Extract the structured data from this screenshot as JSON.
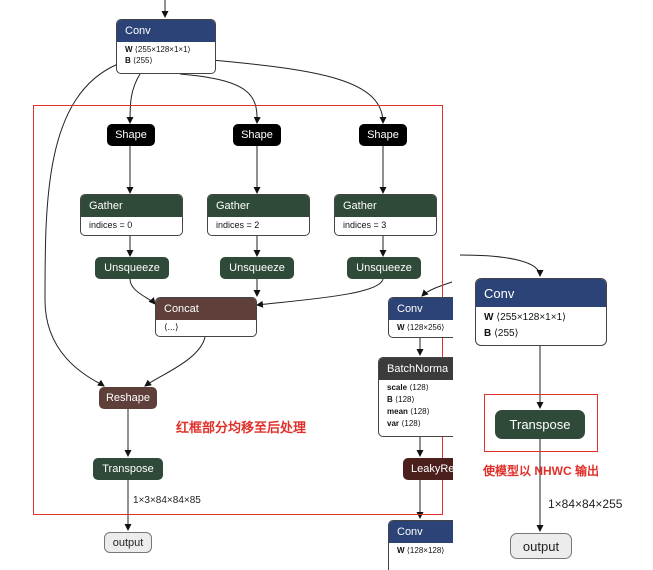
{
  "left_graph": {
    "conv_top": {
      "title": "Conv",
      "w_label": "W",
      "w_value": "⟨255×128×1×1⟩",
      "b_label": "B",
      "b_value": "⟨255⟩"
    },
    "shapes": [
      "Shape",
      "Shape",
      "Shape"
    ],
    "gathers": [
      {
        "title": "Gather",
        "param": "indices = 0"
      },
      {
        "title": "Gather",
        "param": "indices = 2"
      },
      {
        "title": "Gather",
        "param": "indices = 3"
      }
    ],
    "unsqueezes": [
      "Unsqueeze",
      "Unsqueeze",
      "Unsqueeze"
    ],
    "concat": {
      "title": "Concat",
      "param": "⟨...⟩"
    },
    "reshape": "Reshape",
    "transpose": "Transpose",
    "output_dim": "1×3×84×84×85",
    "output": "output",
    "annotation": "红框部分均移至后处理"
  },
  "middle_graph": {
    "conv_a": {
      "title": "Conv",
      "w_label": "W",
      "w_value": "⟨128×256⟩"
    },
    "batchnorm": {
      "title": "BatchNorma",
      "rows": [
        {
          "label": "scale",
          "value": "⟨128⟩"
        },
        {
          "label": "B",
          "value": "⟨128⟩"
        },
        {
          "label": "mean",
          "value": "⟨128⟩"
        },
        {
          "label": "var",
          "value": "⟨128⟩"
        }
      ]
    },
    "leaky": "LeakyRe",
    "conv_b": {
      "title": "Conv",
      "w_label": "W",
      "w_value": "⟨128×128⟩"
    }
  },
  "right_graph": {
    "conv": {
      "title": "Conv",
      "w_label": "W",
      "w_value": "⟨255×128×1×1⟩",
      "b_label": "B",
      "b_value": "⟨255⟩"
    },
    "transpose": "Transpose",
    "annotation": "使模型以 NHWC 输出",
    "output_dim": "1×84×84×255",
    "output": "output"
  },
  "colors": {
    "conv_header": "#2c4377",
    "green_node": "#2f4a38",
    "brown_node": "#5e3f3a",
    "shape_node": "#000000",
    "annotation_red": "#e0302b"
  }
}
